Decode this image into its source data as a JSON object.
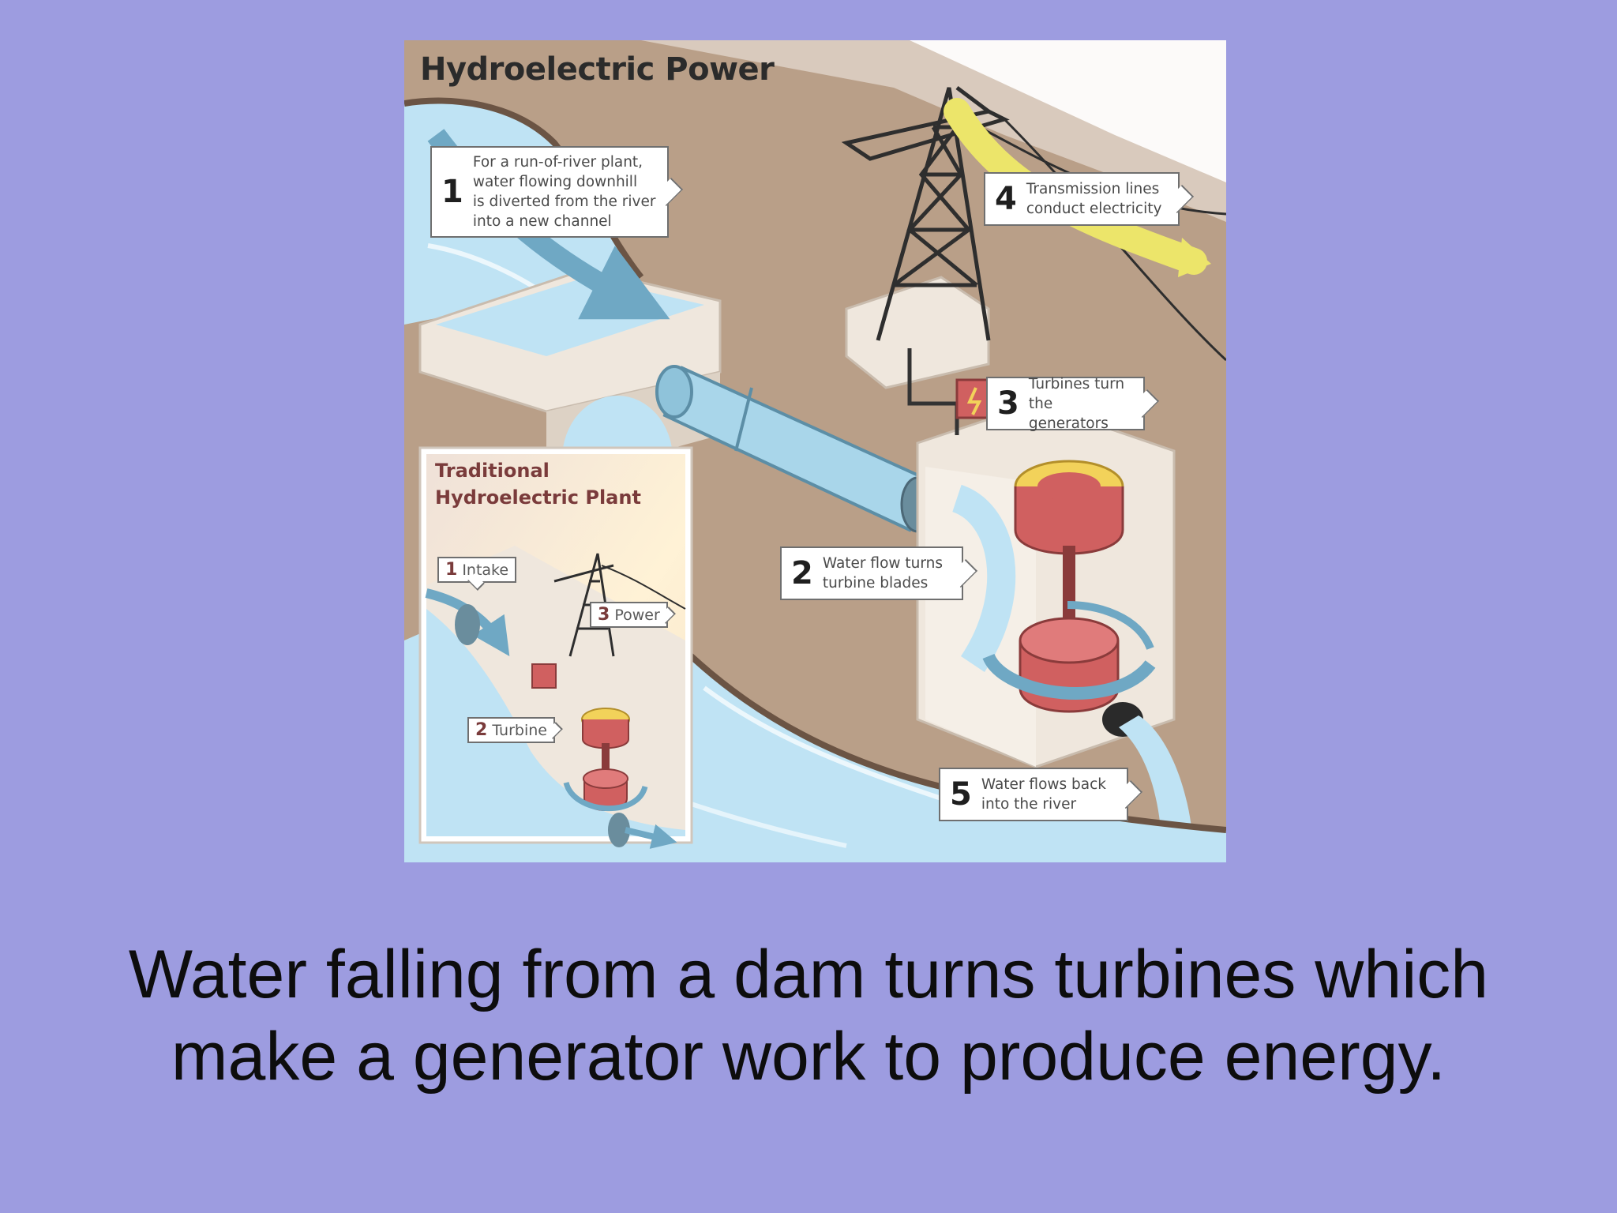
{
  "figure": {
    "title": "Hydroelectric Power",
    "callouts": [
      {
        "num": "1",
        "text": "For a run-of-river plant,\nwater flowing downhill\nis diverted from the river\ninto a new channel"
      },
      {
        "num": "2",
        "text": "Water flow turns\nturbine blades"
      },
      {
        "num": "3",
        "text": "Turbines turn\nthe generators"
      },
      {
        "num": "4",
        "text": "Transmission lines\nconduct electricity"
      },
      {
        "num": "5",
        "text": "Water flows back\ninto the river"
      }
    ],
    "inset": {
      "title": "Traditional\nHydroelectric Plant",
      "tags": [
        {
          "num": "1",
          "text": "Intake"
        },
        {
          "num": "2",
          "text": "Turbine"
        },
        {
          "num": "3",
          "text": "Power"
        }
      ]
    },
    "colors": {
      "background": "#9d9ce0",
      "land": "#b99f88",
      "water": "#bfe3f4",
      "water_arrow": "#6fa8c4",
      "concrete": "#efe7dd",
      "turbine": "#d06060",
      "generator_ring": "#f2d25a",
      "electric_arrow": "#ece56a"
    }
  },
  "caption": {
    "line1": "Water falling from a dam turns turbines which",
    "line2": "make a generator work to produce energy."
  }
}
